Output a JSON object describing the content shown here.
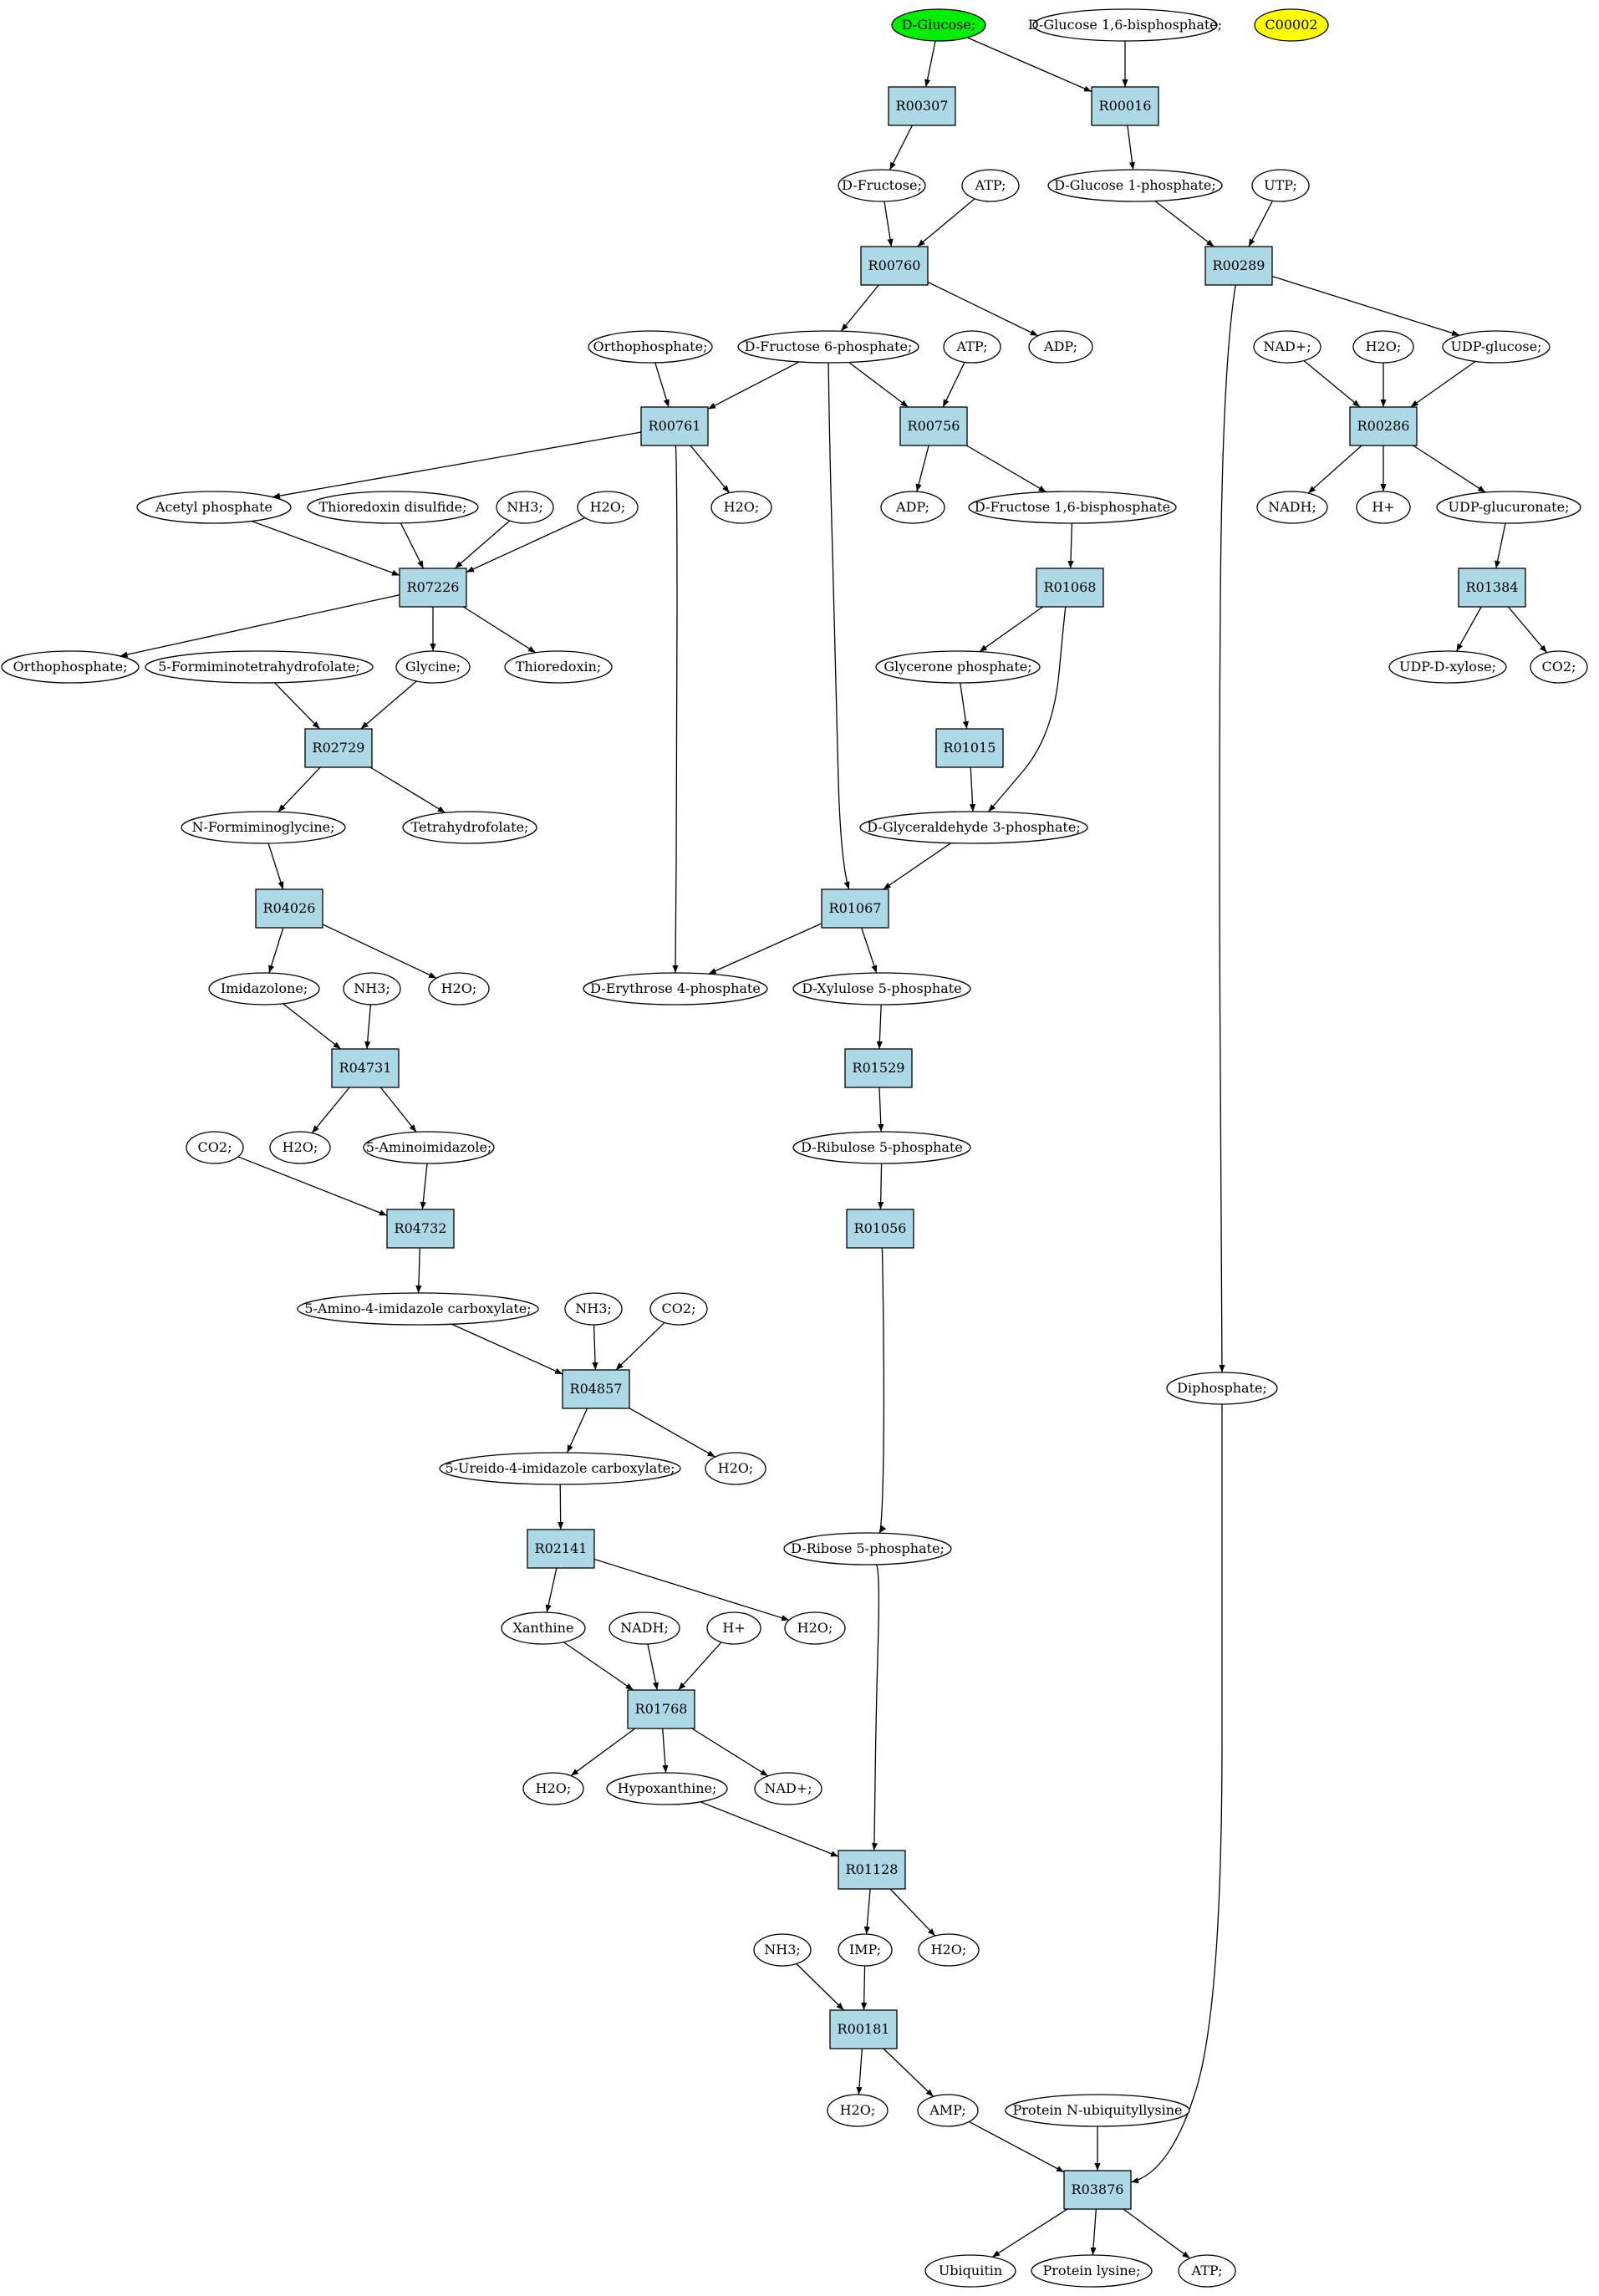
{
  "colors": {
    "background": "#ffffff",
    "reaction_fill": "#add8e6",
    "compound_fill": "#ffffff",
    "start_fill": "#00ee00",
    "highlight_fill": "#ffff00",
    "stroke": "#000000"
  },
  "nodes": [
    {
      "id": "c_glucose",
      "label": "D-Glucose;",
      "kind": "compound",
      "fill": "start"
    },
    {
      "id": "c_g16bp",
      "label": "D-Glucose 1,6-bisphosphate;",
      "kind": "compound"
    },
    {
      "id": "c_c00002",
      "label": "C00002",
      "kind": "compound",
      "fill": "highlight"
    },
    {
      "id": "r_R00307",
      "label": "R00307",
      "kind": "reaction"
    },
    {
      "id": "r_R00016",
      "label": "R00016",
      "kind": "reaction"
    },
    {
      "id": "c_fructose",
      "label": "D-Fructose;",
      "kind": "compound"
    },
    {
      "id": "c_atp1",
      "label": "ATP;",
      "kind": "compound"
    },
    {
      "id": "c_g1p",
      "label": "D-Glucose 1-phosphate;",
      "kind": "compound"
    },
    {
      "id": "c_utp",
      "label": "UTP;",
      "kind": "compound"
    },
    {
      "id": "r_R00760",
      "label": "R00760",
      "kind": "reaction"
    },
    {
      "id": "r_R00289",
      "label": "R00289",
      "kind": "reaction"
    },
    {
      "id": "c_ortho1",
      "label": "Orthophosphate;",
      "kind": "compound"
    },
    {
      "id": "c_f6p",
      "label": "D-Fructose 6-phosphate;",
      "kind": "compound"
    },
    {
      "id": "c_atp2",
      "label": "ATP;",
      "kind": "compound"
    },
    {
      "id": "c_adp1",
      "label": "ADP;",
      "kind": "compound"
    },
    {
      "id": "c_nadp1",
      "label": "NAD+;",
      "kind": "compound"
    },
    {
      "id": "c_h2o_a",
      "label": "H2O;",
      "kind": "compound"
    },
    {
      "id": "c_udpglc",
      "label": "UDP-glucose;",
      "kind": "compound"
    },
    {
      "id": "r_R00761",
      "label": "R00761",
      "kind": "reaction"
    },
    {
      "id": "r_R00756",
      "label": "R00756",
      "kind": "reaction"
    },
    {
      "id": "r_R00286",
      "label": "R00286",
      "kind": "reaction"
    },
    {
      "id": "c_acetylp",
      "label": "Acetyl phosphate",
      "kind": "compound"
    },
    {
      "id": "c_thiodis",
      "label": "Thioredoxin disulfide;",
      "kind": "compound"
    },
    {
      "id": "c_nh3_1",
      "label": "NH3;",
      "kind": "compound"
    },
    {
      "id": "c_h2o_b",
      "label": "H2O;",
      "kind": "compound"
    },
    {
      "id": "c_h2o_c",
      "label": "H2O;",
      "kind": "compound"
    },
    {
      "id": "c_adp2",
      "label": "ADP;",
      "kind": "compound"
    },
    {
      "id": "c_f16bp",
      "label": "D-Fructose 1,6-bisphosphate",
      "kind": "compound"
    },
    {
      "id": "c_nadh1",
      "label": "NADH;",
      "kind": "compound"
    },
    {
      "id": "c_hplus1",
      "label": "H+",
      "kind": "compound"
    },
    {
      "id": "c_udpglcA",
      "label": "UDP-glucuronate;",
      "kind": "compound"
    },
    {
      "id": "r_R07226",
      "label": "R07226",
      "kind": "reaction"
    },
    {
      "id": "r_R01068",
      "label": "R01068",
      "kind": "reaction"
    },
    {
      "id": "r_R01384",
      "label": "R01384",
      "kind": "reaction"
    },
    {
      "id": "c_ortho2",
      "label": "Orthophosphate;",
      "kind": "compound"
    },
    {
      "id": "c_5fthf",
      "label": "5-Formiminotetrahydrofolate;",
      "kind": "compound"
    },
    {
      "id": "c_glycine",
      "label": "Glycine;",
      "kind": "compound"
    },
    {
      "id": "c_thioredoxin",
      "label": "Thioredoxin;",
      "kind": "compound"
    },
    {
      "id": "c_glyceroneP",
      "label": "Glycerone phosphate;",
      "kind": "compound"
    },
    {
      "id": "c_udpxyl",
      "label": "UDP-D-xylose;",
      "kind": "compound"
    },
    {
      "id": "c_co2_1",
      "label": "CO2;",
      "kind": "compound"
    },
    {
      "id": "r_R02729",
      "label": "R02729",
      "kind": "reaction"
    },
    {
      "id": "r_R01015",
      "label": "R01015",
      "kind": "reaction"
    },
    {
      "id": "c_nformgly",
      "label": "N-Formiminoglycine;",
      "kind": "compound"
    },
    {
      "id": "c_thf",
      "label": "Tetrahydrofolate;",
      "kind": "compound"
    },
    {
      "id": "c_g3p",
      "label": "D-Glyceraldehyde 3-phosphate;",
      "kind": "compound"
    },
    {
      "id": "r_R04026",
      "label": "R04026",
      "kind": "reaction"
    },
    {
      "id": "r_R01067",
      "label": "R01067",
      "kind": "reaction"
    },
    {
      "id": "c_imidazolone",
      "label": "Imidazolone;",
      "kind": "compound"
    },
    {
      "id": "c_nh3_2",
      "label": "NH3;",
      "kind": "compound"
    },
    {
      "id": "c_h2o_d",
      "label": "H2O;",
      "kind": "compound"
    },
    {
      "id": "c_e4p",
      "label": "D-Erythrose 4-phosphate",
      "kind": "compound"
    },
    {
      "id": "c_x5p",
      "label": "D-Xylulose 5-phosphate",
      "kind": "compound"
    },
    {
      "id": "r_R04731",
      "label": "R04731",
      "kind": "reaction"
    },
    {
      "id": "r_R01529",
      "label": "R01529",
      "kind": "reaction"
    },
    {
      "id": "c_co2_2",
      "label": "CO2;",
      "kind": "compound"
    },
    {
      "id": "c_h2o_e",
      "label": "H2O;",
      "kind": "compound"
    },
    {
      "id": "c_5aimid",
      "label": "5-Aminoimidazole;",
      "kind": "compound"
    },
    {
      "id": "c_ru5p",
      "label": "D-Ribulose 5-phosphate",
      "kind": "compound"
    },
    {
      "id": "r_R04732",
      "label": "R04732",
      "kind": "reaction"
    },
    {
      "id": "r_R01056",
      "label": "R01056",
      "kind": "reaction"
    },
    {
      "id": "c_5a4ic",
      "label": "5-Amino-4-imidazole carboxylate;",
      "kind": "compound"
    },
    {
      "id": "c_nh3_3",
      "label": "NH3;",
      "kind": "compound"
    },
    {
      "id": "c_co2_3",
      "label": "CO2;",
      "kind": "compound"
    },
    {
      "id": "c_diphosphate",
      "label": "Diphosphate;",
      "kind": "compound"
    },
    {
      "id": "r_R04857",
      "label": "R04857",
      "kind": "reaction"
    },
    {
      "id": "c_5u4ic",
      "label": "5-Ureido-4-imidazole carboxylate;",
      "kind": "compound"
    },
    {
      "id": "c_h2o_f",
      "label": "H2O;",
      "kind": "compound"
    },
    {
      "id": "r_R02141",
      "label": "R02141",
      "kind": "reaction"
    },
    {
      "id": "c_r5p",
      "label": "D-Ribose 5-phosphate;",
      "kind": "compound"
    },
    {
      "id": "c_xanthine",
      "label": "Xanthine",
      "kind": "compound"
    },
    {
      "id": "c_nadh2",
      "label": "NADH;",
      "kind": "compound"
    },
    {
      "id": "c_hplus2",
      "label": "H+",
      "kind": "compound"
    },
    {
      "id": "c_h2o_g",
      "label": "H2O;",
      "kind": "compound"
    },
    {
      "id": "r_R01768",
      "label": "R01768",
      "kind": "reaction"
    },
    {
      "id": "c_h2o_h",
      "label": "H2O;",
      "kind": "compound"
    },
    {
      "id": "c_hypoxanthine",
      "label": "Hypoxanthine;",
      "kind": "compound"
    },
    {
      "id": "c_nadp2",
      "label": "NAD+;",
      "kind": "compound"
    },
    {
      "id": "r_R01128",
      "label": "R01128",
      "kind": "reaction"
    },
    {
      "id": "c_nh3_4",
      "label": "NH3;",
      "kind": "compound"
    },
    {
      "id": "c_imp",
      "label": "IMP;",
      "kind": "compound"
    },
    {
      "id": "c_h2o_i",
      "label": "H2O;",
      "kind": "compound"
    },
    {
      "id": "r_R00181",
      "label": "R00181",
      "kind": "reaction"
    },
    {
      "id": "c_h2o_j",
      "label": "H2O;",
      "kind": "compound"
    },
    {
      "id": "c_amp",
      "label": "AMP;",
      "kind": "compound"
    },
    {
      "id": "c_protNub",
      "label": "Protein N-ubiquityllysine",
      "kind": "compound"
    },
    {
      "id": "r_R03876",
      "label": "R03876",
      "kind": "reaction"
    },
    {
      "id": "c_ubiquitin",
      "label": "Ubiquitin",
      "kind": "compound"
    },
    {
      "id": "c_protlys",
      "label": "Protein lysine;",
      "kind": "compound"
    },
    {
      "id": "c_atp3",
      "label": "ATP;",
      "kind": "compound"
    }
  ],
  "edges": [
    [
      "c_glucose",
      "r_R00307"
    ],
    [
      "c_glucose",
      "r_R00016"
    ],
    [
      "c_g16bp",
      "r_R00016"
    ],
    [
      "r_R00307",
      "c_fructose"
    ],
    [
      "r_R00016",
      "c_g1p"
    ],
    [
      "c_fructose",
      "r_R00760"
    ],
    [
      "c_atp1",
      "r_R00760"
    ],
    [
      "c_g1p",
      "r_R00289"
    ],
    [
      "c_utp",
      "r_R00289"
    ],
    [
      "r_R00760",
      "c_f6p"
    ],
    [
      "r_R00760",
      "c_adp1"
    ],
    [
      "r_R00289",
      "c_udpglc"
    ],
    [
      "r_R00289",
      "c_diphosphate"
    ],
    [
      "c_ortho1",
      "r_R00761"
    ],
    [
      "c_f6p",
      "r_R00761"
    ],
    [
      "c_f6p",
      "r_R00756"
    ],
    [
      "c_atp2",
      "r_R00756"
    ],
    [
      "c_f6p",
      "r_R01067"
    ],
    [
      "c_nadp1",
      "r_R00286"
    ],
    [
      "c_h2o_a",
      "r_R00286"
    ],
    [
      "c_udpglc",
      "r_R00286"
    ],
    [
      "r_R00761",
      "c_acetylp"
    ],
    [
      "r_R00761",
      "c_h2o_c"
    ],
    [
      "r_R00761",
      "c_e4p"
    ],
    [
      "r_R00756",
      "c_adp2"
    ],
    [
      "r_R00756",
      "c_f16bp"
    ],
    [
      "r_R00286",
      "c_nadh1"
    ],
    [
      "r_R00286",
      "c_hplus1"
    ],
    [
      "r_R00286",
      "c_udpglcA"
    ],
    [
      "c_acetylp",
      "r_R07226"
    ],
    [
      "c_thiodis",
      "r_R07226"
    ],
    [
      "c_nh3_1",
      "r_R07226"
    ],
    [
      "c_h2o_b",
      "r_R07226"
    ],
    [
      "c_f16bp",
      "r_R01068"
    ],
    [
      "c_udpglcA",
      "r_R01384"
    ],
    [
      "r_R07226",
      "c_ortho2"
    ],
    [
      "r_R07226",
      "c_glycine"
    ],
    [
      "r_R07226",
      "c_thioredoxin"
    ],
    [
      "r_R01068",
      "c_glyceroneP"
    ],
    [
      "r_R01068",
      "c_g3p"
    ],
    [
      "r_R01384",
      "c_udpxyl"
    ],
    [
      "r_R01384",
      "c_co2_1"
    ],
    [
      "c_5fthf",
      "r_R02729"
    ],
    [
      "c_glycine",
      "r_R02729"
    ],
    [
      "c_glyceroneP",
      "r_R01015"
    ],
    [
      "r_R02729",
      "c_nformgly"
    ],
    [
      "r_R02729",
      "c_thf"
    ],
    [
      "r_R01015",
      "c_g3p"
    ],
    [
      "c_nformgly",
      "r_R04026"
    ],
    [
      "c_g3p",
      "r_R01067"
    ],
    [
      "r_R04026",
      "c_imidazolone"
    ],
    [
      "r_R04026",
      "c_h2o_d"
    ],
    [
      "r_R01067",
      "c_e4p"
    ],
    [
      "r_R01067",
      "c_x5p"
    ],
    [
      "c_imidazolone",
      "r_R04731"
    ],
    [
      "c_nh3_2",
      "r_R04731"
    ],
    [
      "c_x5p",
      "r_R01529"
    ],
    [
      "r_R04731",
      "c_h2o_e"
    ],
    [
      "r_R04731",
      "c_5aimid"
    ],
    [
      "r_R01529",
      "c_ru5p"
    ],
    [
      "c_co2_2",
      "r_R04732"
    ],
    [
      "c_5aimid",
      "r_R04732"
    ],
    [
      "c_ru5p",
      "r_R01056"
    ],
    [
      "r_R04732",
      "c_5a4ic"
    ],
    [
      "r_R01056",
      "c_r5p"
    ],
    [
      "c_5a4ic",
      "r_R04857"
    ],
    [
      "c_nh3_3",
      "r_R04857"
    ],
    [
      "c_co2_3",
      "r_R04857"
    ],
    [
      "r_R04857",
      "c_5u4ic"
    ],
    [
      "r_R04857",
      "c_h2o_f"
    ],
    [
      "c_5u4ic",
      "r_R02141"
    ],
    [
      "r_R02141",
      "c_xanthine"
    ],
    [
      "r_R02141",
      "c_h2o_g"
    ],
    [
      "c_xanthine",
      "r_R01768"
    ],
    [
      "c_nadh2",
      "r_R01768"
    ],
    [
      "c_hplus2",
      "r_R01768"
    ],
    [
      "r_R01768",
      "c_h2o_h"
    ],
    [
      "r_R01768",
      "c_hypoxanthine"
    ],
    [
      "r_R01768",
      "c_nadp2"
    ],
    [
      "c_hypoxanthine",
      "r_R01128"
    ],
    [
      "c_r5p",
      "r_R01128"
    ],
    [
      "r_R01128",
      "c_imp"
    ],
    [
      "r_R01128",
      "c_h2o_i"
    ],
    [
      "c_nh3_4",
      "r_R00181"
    ],
    [
      "c_imp",
      "r_R00181"
    ],
    [
      "r_R00181",
      "c_h2o_j"
    ],
    [
      "r_R00181",
      "c_amp"
    ],
    [
      "c_amp",
      "r_R03876"
    ],
    [
      "c_protNub",
      "r_R03876"
    ],
    [
      "c_diphosphate",
      "r_R03876"
    ],
    [
      "r_R03876",
      "c_ubiquitin"
    ],
    [
      "r_R03876",
      "c_protlys"
    ],
    [
      "r_R03876",
      "c_atp3"
    ]
  ]
}
